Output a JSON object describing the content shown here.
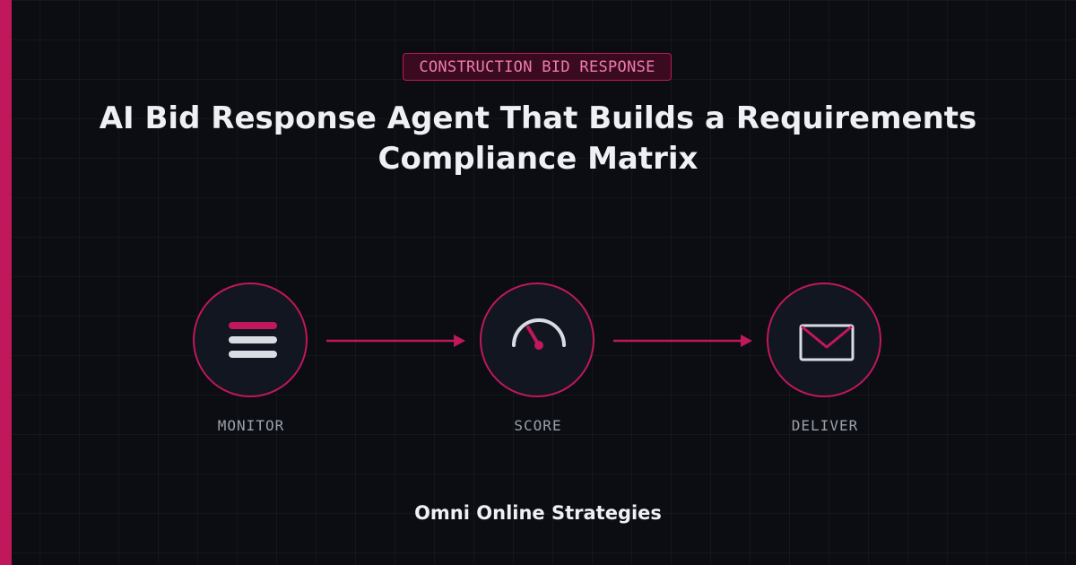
{
  "badge": {
    "text": "CONSTRUCTION BID RESPONSE"
  },
  "title": {
    "line1": "AI Bid Response Agent That Builds a Requirements",
    "line2": "Compliance Matrix"
  },
  "steps": [
    {
      "label": "MONITOR",
      "icon": "list-icon"
    },
    {
      "label": "SCORE",
      "icon": "gauge-icon"
    },
    {
      "label": "DELIVER",
      "icon": "envelope-icon"
    }
  ],
  "footer": {
    "text": "Omni Online Strategies"
  },
  "colors": {
    "accent": "#c0185a",
    "background": "#0b0d12",
    "text": "#eef0f4",
    "muted": "#9aa0ab",
    "icon": "#d9dce3"
  }
}
